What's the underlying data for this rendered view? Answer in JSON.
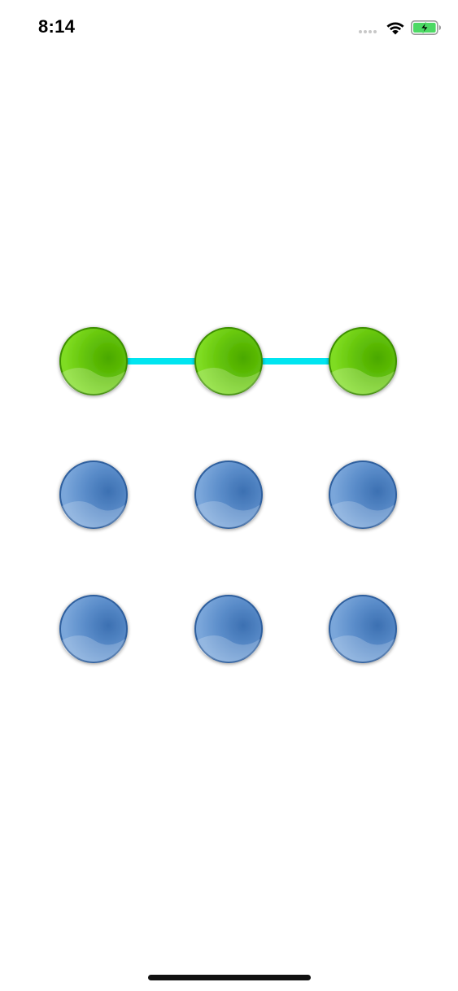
{
  "status_bar": {
    "time": "8:14",
    "signal_icon": "cellular-signal-icon",
    "wifi_icon": "wifi-icon",
    "battery_icon": "battery-charging-icon",
    "battery_color": "#4cd964"
  },
  "pattern_lock": {
    "rows": 3,
    "columns": 3,
    "selected_sequence": [
      1,
      2,
      3
    ],
    "connector_color": "#00e5f0",
    "selected_color": "#6acb10",
    "unselected_color": "#4f86c6",
    "nodes": [
      {
        "id": 1,
        "state": "selected"
      },
      {
        "id": 2,
        "state": "selected"
      },
      {
        "id": 3,
        "state": "selected"
      },
      {
        "id": 4,
        "state": "unselected"
      },
      {
        "id": 5,
        "state": "unselected"
      },
      {
        "id": 6,
        "state": "unselected"
      },
      {
        "id": 7,
        "state": "unselected"
      },
      {
        "id": 8,
        "state": "unselected"
      },
      {
        "id": 9,
        "state": "unselected"
      }
    ]
  },
  "home_indicator": {
    "icon": "home-indicator-bar"
  }
}
